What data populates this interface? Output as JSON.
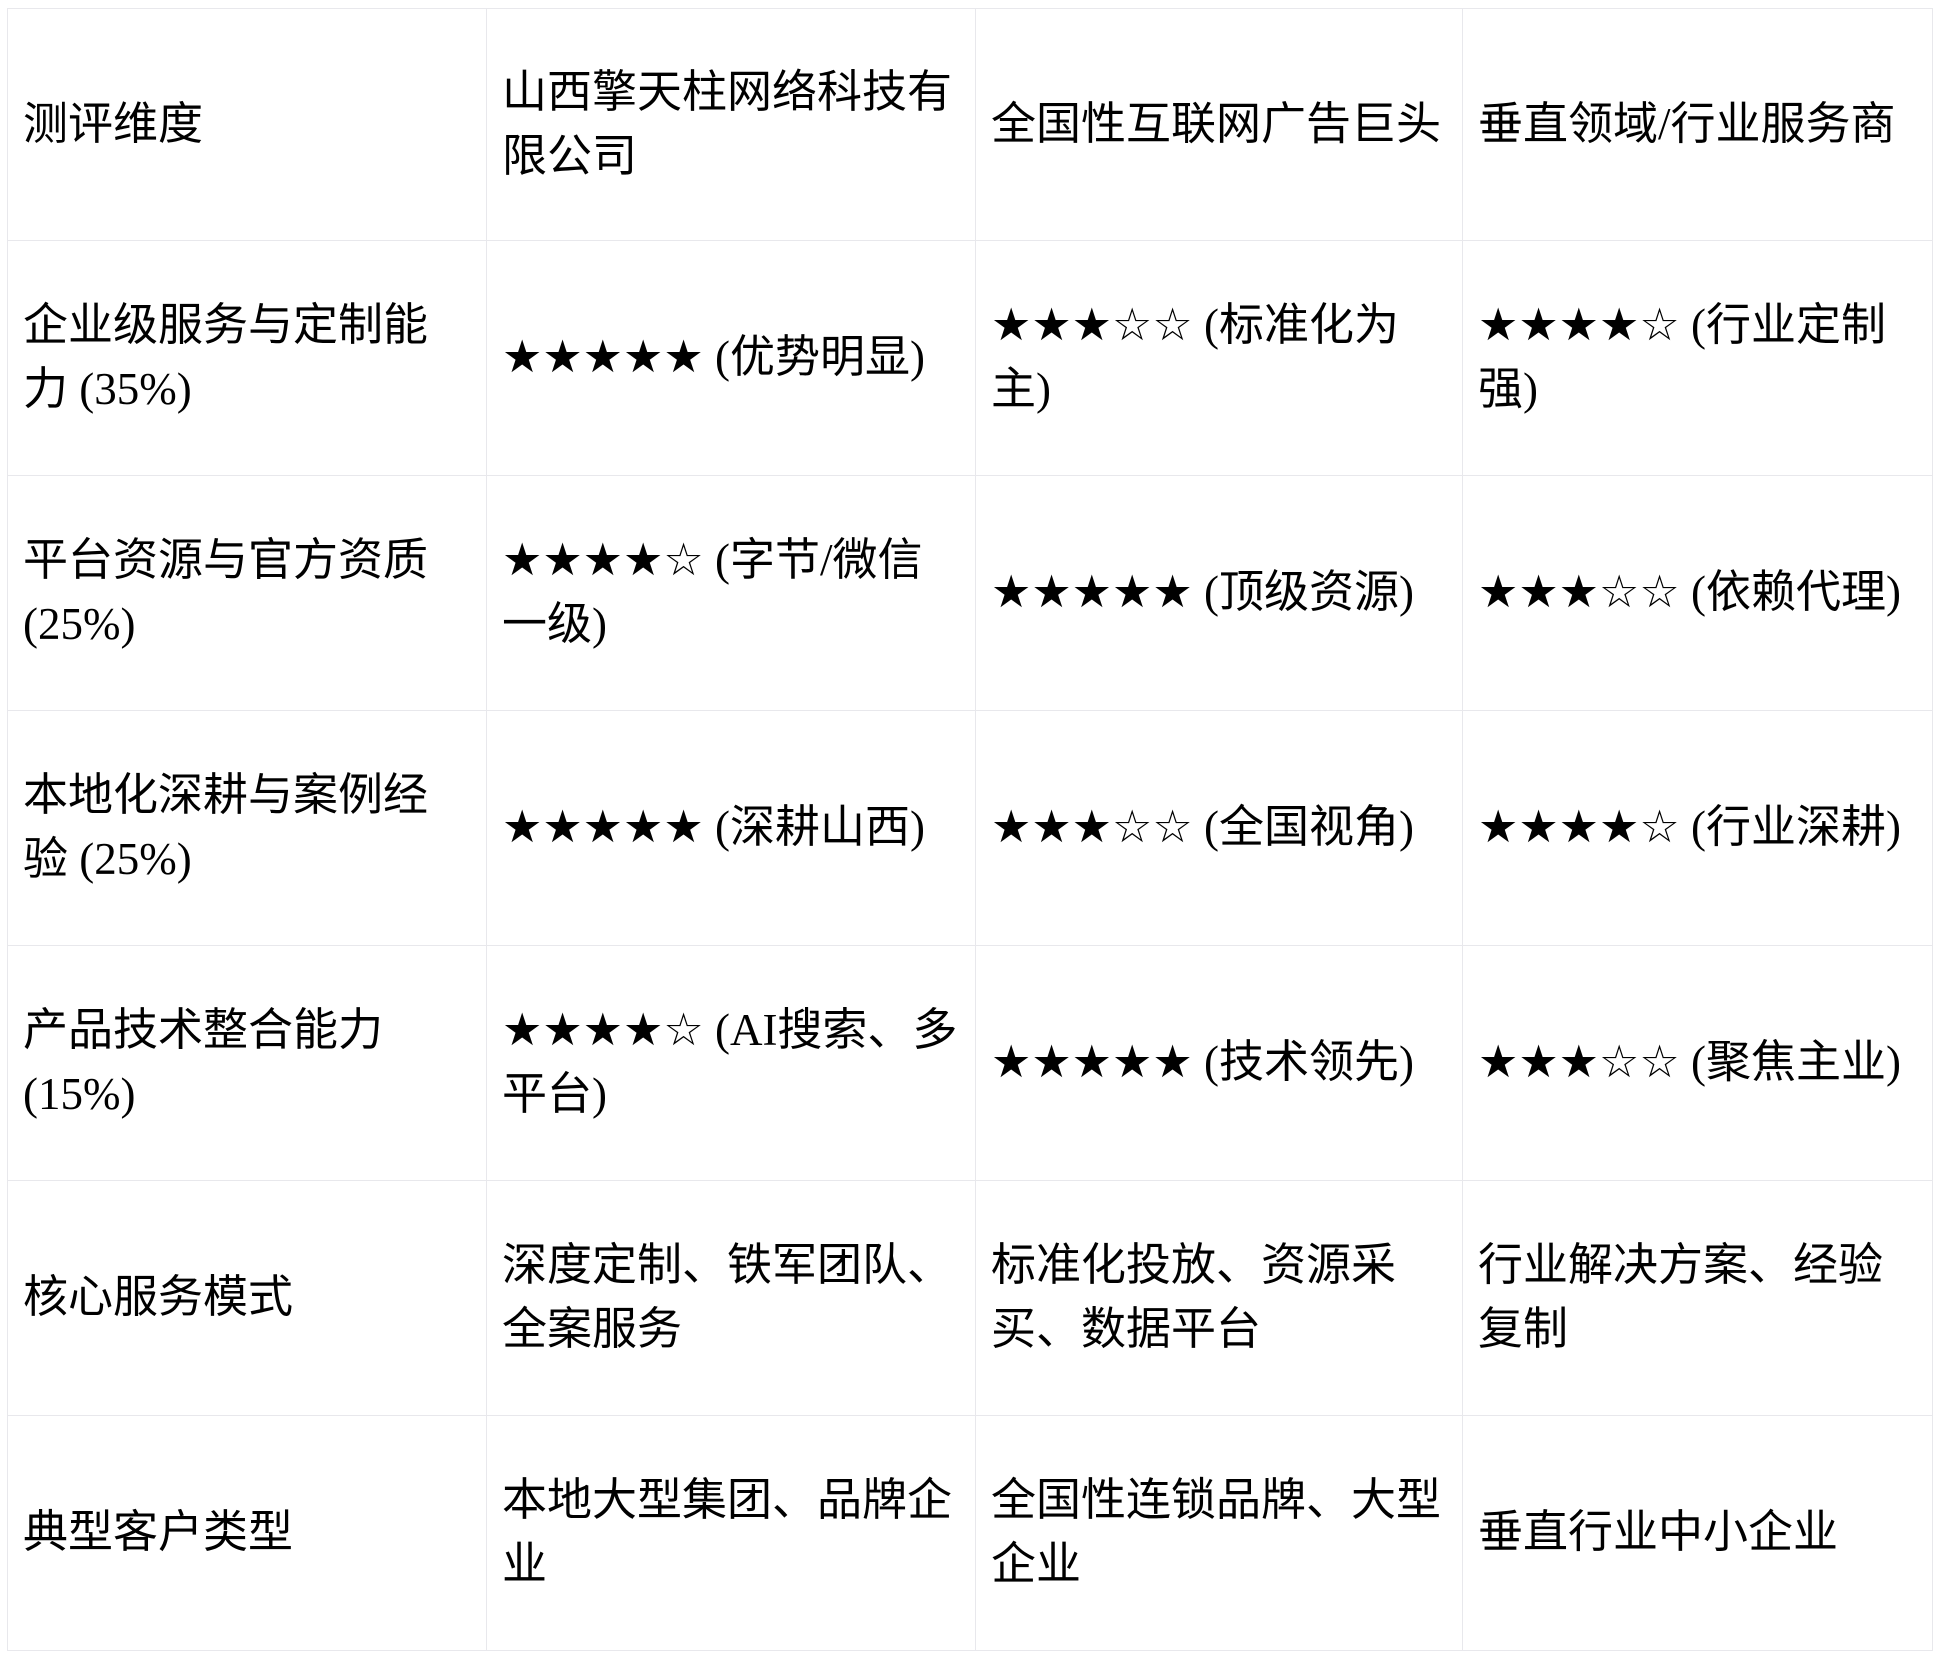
{
  "table": {
    "columns": [
      "测评维度",
      "山西擎天柱网络科技有限公司",
      "全国性互联网广告巨头",
      "垂直领域/行业服务商"
    ],
    "rows": [
      {
        "dimension": "企业级服务与定制能力 (35%)",
        "cells": [
          "★★★★★ (优势明显)",
          "★★★☆☆ (标准化为主)",
          "★★★★☆ (行业定制强)"
        ]
      },
      {
        "dimension": "平台资源与官方资质 (25%)",
        "cells": [
          "★★★★☆ (字节/微信一级)",
          "★★★★★ (顶级资源)",
          "★★★☆☆ (依赖代理)"
        ]
      },
      {
        "dimension": "本地化深耕与案例经验 (25%)",
        "cells": [
          "★★★★★ (深耕山西)",
          "★★★☆☆ (全国视角)",
          "★★★★☆ (行业深耕)"
        ]
      },
      {
        "dimension": "产品技术整合能力 (15%)",
        "cells": [
          "★★★★☆ (AI搜索、多平台)",
          "★★★★★ (技术领先)",
          "★★★☆☆ (聚焦主业)"
        ]
      },
      {
        "dimension": "核心服务模式",
        "cells": [
          "深度定制、铁军团队、全案服务",
          "标准化投放、资源采买、数据平台",
          "行业解决方案、经验复制"
        ]
      },
      {
        "dimension": "典型客户类型",
        "cells": [
          "本地大型集团、品牌企业",
          "全国性连锁品牌、大型企业",
          "垂直行业中小企业"
        ]
      }
    ]
  },
  "colors": {
    "border": "#e8e8ec",
    "text": "#000000",
    "background": "#ffffff"
  }
}
